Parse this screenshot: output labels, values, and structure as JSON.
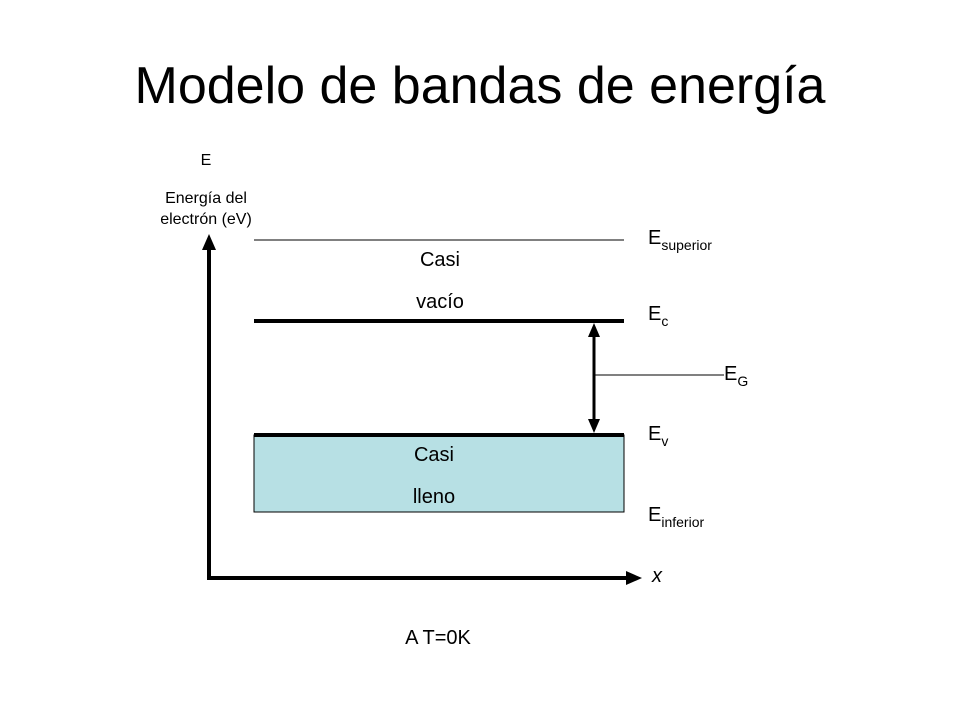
{
  "title": "Modelo de bandas de energía",
  "axis": {
    "y_symbol": "E",
    "y_label_line1": "Energía del",
    "y_label_line2": "electrón (eV)",
    "x_symbol": "x"
  },
  "bands": {
    "upper_line1": "Casi",
    "upper_line2": "vacío",
    "lower_line1": "Casi",
    "lower_line2": "lleno",
    "fill_color": "#b7e0e4"
  },
  "levels": {
    "superior": {
      "base": "E",
      "sub": "superior"
    },
    "conduction": {
      "base": "E",
      "sub": "c"
    },
    "gap": {
      "base": "E",
      "sub": "G"
    },
    "valence": {
      "base": "E",
      "sub": "v"
    },
    "inferior": {
      "base": "E",
      "sub": "inferior"
    }
  },
  "caption": "A T=0K"
}
